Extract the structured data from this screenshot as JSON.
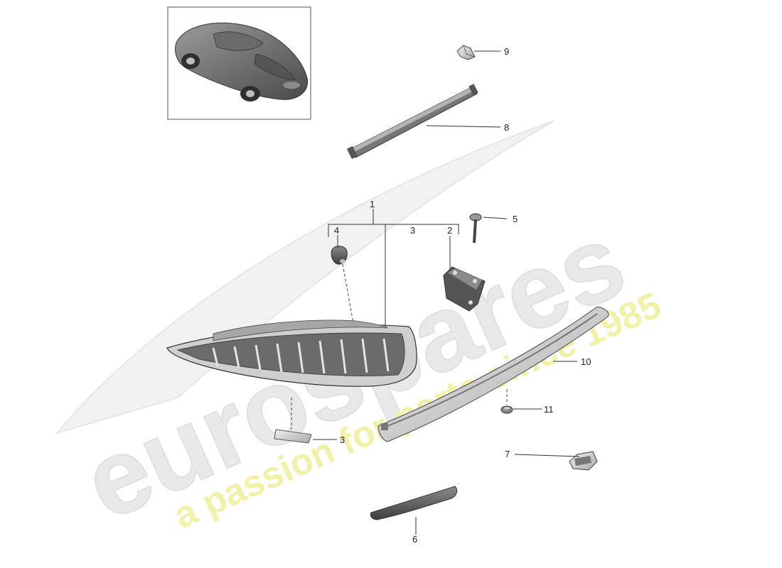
{
  "watermark": {
    "brand": "eurospares",
    "tagline": "a passion for parts since 1985",
    "brand_color": "#e9e9e9",
    "tagline_color": "#f1f1a8"
  },
  "colors": {
    "line": "#333333",
    "part_dark": "#5f5f5f",
    "part_mid": "#9a9a9a",
    "part_light": "#d0d0d0",
    "frame": "#555555"
  },
  "thumbnail": {
    "icon": "car-overview-icon"
  },
  "callouts": {
    "c1": "1",
    "c2": "2",
    "c3a": "3",
    "c3b": "3",
    "c4": "4",
    "c5": "5",
    "c6": "6",
    "c7": "7",
    "c8": "8",
    "c9": "9",
    "c10": "10",
    "c11": "11"
  }
}
